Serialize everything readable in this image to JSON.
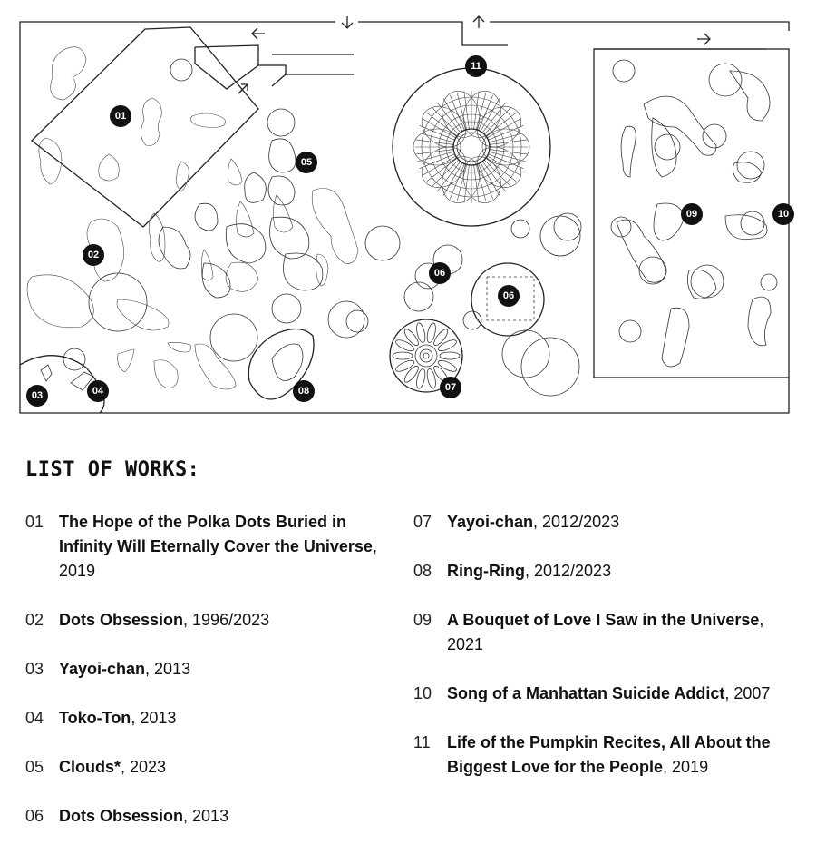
{
  "map": {
    "markers": [
      "01",
      "02",
      "03",
      "04",
      "05",
      "06",
      "06",
      "07",
      "08",
      "09",
      "10",
      "11"
    ],
    "arrow_icons": [
      "arrow-left-icon",
      "arrow-down-icon",
      "arrow-up-icon",
      "arrow-right-icon",
      "arrow-up-right-icon"
    ]
  },
  "list": {
    "heading": "LIST OF WORKS:",
    "left": [
      {
        "num": "01",
        "title": "The Hope of the Polka Dots Buried in Infinity Will Eternally Cover the Universe",
        "year": ", 2019"
      },
      {
        "num": "02",
        "title": "Dots Obsession",
        "year": ", 1996/2023"
      },
      {
        "num": "03",
        "title": "Yayoi-chan",
        "year": ", 2013"
      },
      {
        "num": "04",
        "title": "Toko-Ton",
        "year": ", 2013"
      },
      {
        "num": "05",
        "title": "Clouds*",
        "year": ", 2023"
      },
      {
        "num": "06",
        "title": "Dots Obsession",
        "year": ", 2013"
      }
    ],
    "right": [
      {
        "num": "07",
        "title": "Yayoi-chan",
        "year": ", 2012/2023"
      },
      {
        "num": "08",
        "title": "Ring-Ring",
        "year": ", 2012/2023"
      },
      {
        "num": "09",
        "title": "A Bouquet of Love I Saw in the Universe",
        "year": ", 2021"
      },
      {
        "num": "10",
        "title": "Song of a Manhattan Suicide Addict",
        "year": ", 2007"
      },
      {
        "num": "11",
        "title": "Life of the Pumpkin Recites, All About the Biggest Love for the People",
        "year": ", 2019"
      }
    ]
  }
}
